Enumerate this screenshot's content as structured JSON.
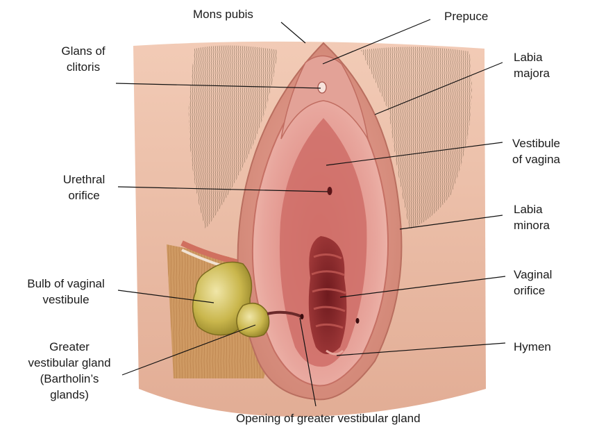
{
  "labels": {
    "mons_pubis": [
      "Mons pubis"
    ],
    "prepuce": [
      "Prepuce"
    ],
    "glans_of_clitoris": [
      "Glans of",
      "clitoris"
    ],
    "labia_majora": [
      "Labia",
      "majora"
    ],
    "vestibule_of_vagina": [
      "Vestibule",
      "of vagina"
    ],
    "urethral_orifice": [
      "Urethral",
      "orifice"
    ],
    "labia_minora": [
      "Labia",
      "minora"
    ],
    "vaginal_orifice": [
      "Vaginal",
      "orifice"
    ],
    "bulb_of_vaginal_vestibule": [
      "Bulb of vaginal",
      "vestibule"
    ],
    "hymen": [
      "Hymen"
    ],
    "greater_vestibular_gland": [
      "Greater",
      "vestibular gland",
      "(Bartholin’s",
      "glands)"
    ],
    "opening_of_greater_vestibular_gland": [
      "Opening of greater vestibular gland"
    ]
  },
  "colors": {
    "skin": "#e9b9a0",
    "labia_majora": "#d98f7e",
    "labia_minora": "#e6a29a",
    "vestibule": "#c8645f",
    "vaginal_orifice": "#8e2a2c",
    "hair": "#6d5a45",
    "bulb": "#c7b64a",
    "tissue_section": "#cf9a63",
    "leader_line": "#111111"
  }
}
